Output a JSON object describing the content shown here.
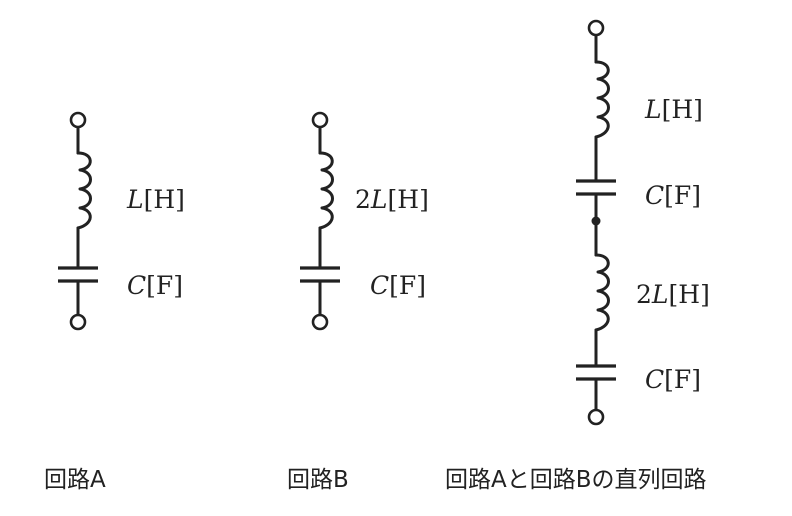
{
  "circuits": [
    {
      "id": "a",
      "caption": "回路A",
      "labels": [
        {
          "coef": "",
          "sym": "L",
          "unit": "[H]"
        },
        {
          "coef": "",
          "sym": "C",
          "unit": "[F]"
        }
      ]
    },
    {
      "id": "b",
      "caption": "回路B",
      "labels": [
        {
          "coef": "2",
          "sym": "L",
          "unit": "[H]"
        },
        {
          "coef": "",
          "sym": "C",
          "unit": "[F]"
        }
      ]
    },
    {
      "id": "series",
      "caption": "回路Aと回路Bの直列回路",
      "labels": [
        {
          "coef": "",
          "sym": "L",
          "unit": "[H]"
        },
        {
          "coef": "",
          "sym": "C",
          "unit": "[F]"
        },
        {
          "coef": "2",
          "sym": "L",
          "unit": "[H]"
        },
        {
          "coef": "",
          "sym": "C",
          "unit": "[F]"
        }
      ]
    }
  ]
}
